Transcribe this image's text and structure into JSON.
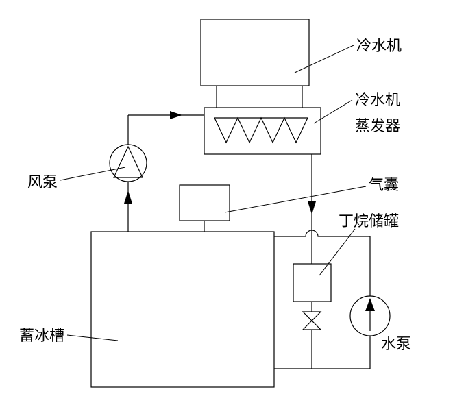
{
  "diagram": {
    "title": "butane-ice-storage-chiller-schematic",
    "labels": {
      "chiller": "冷水机",
      "evaporator_line1": "冷水机",
      "evaporator_line2": "蒸发器",
      "air_pump": "风泵",
      "air_bag": "气囊",
      "butane_tank": "丁烷储罐",
      "ice_storage_tank": "蓄冰槽",
      "water_pump": "水泵"
    },
    "colors": {
      "line": "#000000",
      "background": "#ffffff"
    }
  }
}
